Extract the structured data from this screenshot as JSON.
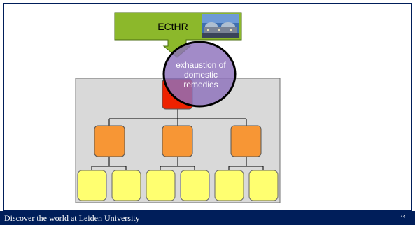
{
  "diagram": {
    "court_label": "ECtHR",
    "court_image": "court-building-photo",
    "circle_text": [
      "exhaustion of",
      "domestic",
      "remedies"
    ],
    "colors": {
      "court_box": "#8cb82b",
      "top_node": "#ee2200",
      "mid_node": "#f79635",
      "leaf_node": "#ffff70",
      "circle": "#8e72bc",
      "container": "#d9d9d9"
    }
  },
  "footer": {
    "text": "Discover the world at Leiden University",
    "page_number": "44"
  }
}
